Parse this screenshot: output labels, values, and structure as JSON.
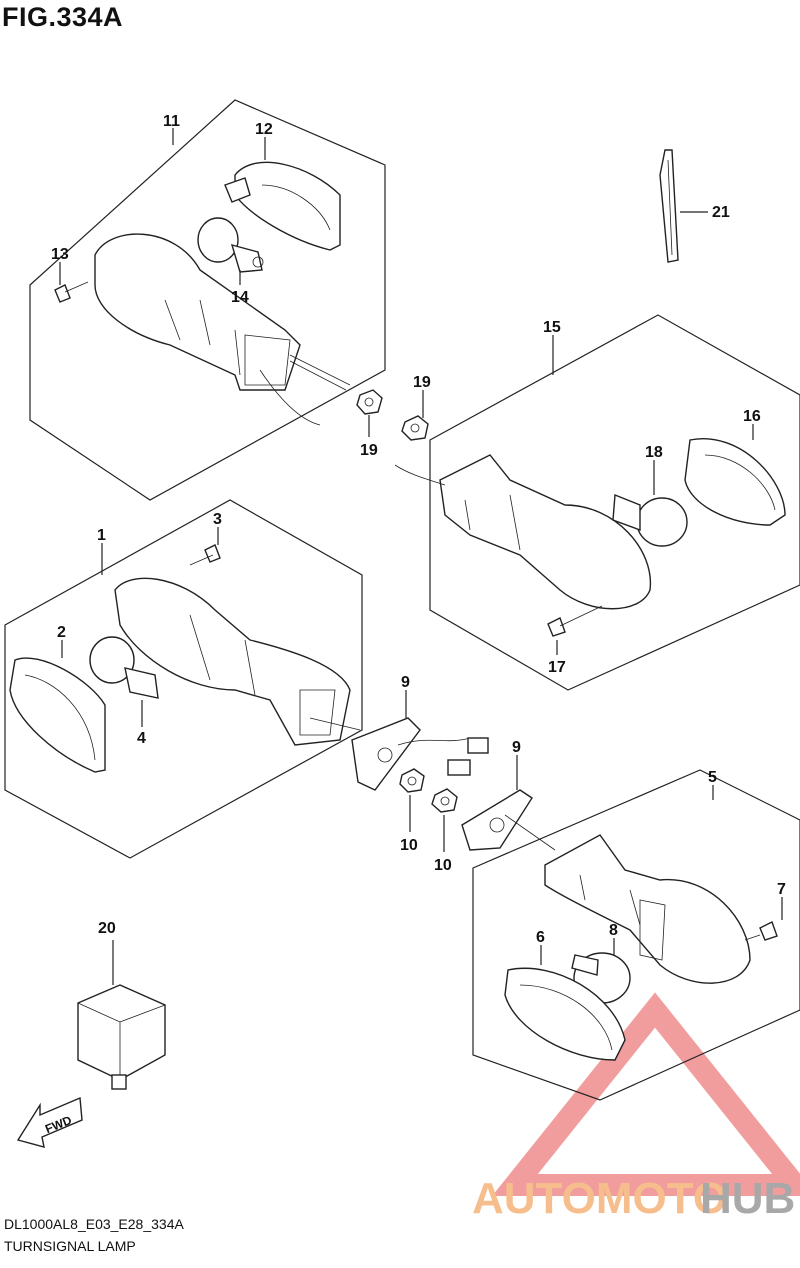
{
  "figure": {
    "title": "FIG.334A",
    "code": "DL1000AL8_E03_E28_334A",
    "caption": "TURNSIGNAL LAMP"
  },
  "callouts": [
    "1",
    "2",
    "3",
    "4",
    "5",
    "6",
    "7",
    "8",
    "9",
    "9",
    "10",
    "10",
    "11",
    "12",
    "13",
    "14",
    "15",
    "16",
    "17",
    "18",
    "19",
    "19",
    "20",
    "21"
  ],
  "fwd_label": "FWD",
  "watermark": {
    "part1": "AUTOMOTO",
    "part2": "HUB",
    "color_primary": "#f08c8c",
    "color_secondary": "#f5b37a",
    "color_tertiary": "#9a9a9a"
  }
}
